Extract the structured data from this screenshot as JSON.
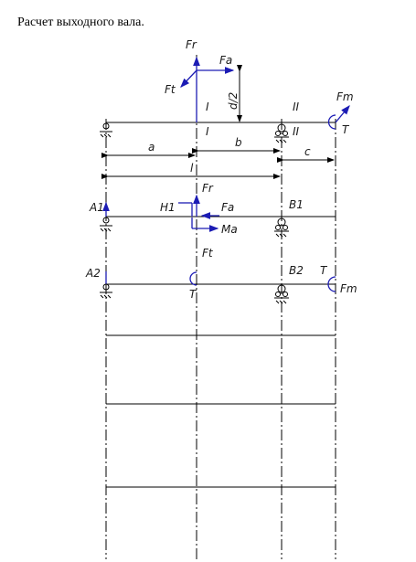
{
  "title": "Расчет выходного вала.",
  "labels": {
    "Fr_top": "Fr",
    "Fa_top": "Fa",
    "Ft_top": "Ft",
    "d2": "d/2",
    "I_1": "I",
    "I_2": "I",
    "II_1": "II",
    "II_2": "II",
    "Fm_top": "Fm",
    "T_top": "T",
    "a": "a",
    "b": "b",
    "c": "c",
    "l": "l",
    "Fr_mid": "Fr",
    "A1": "A1",
    "H1": "H1",
    "Fa_mid": "Fa",
    "B1": "B1",
    "Ma": "Ma",
    "Ft_low": "Ft",
    "A2": "A2",
    "B2": "B2",
    "T_low1": "T",
    "T_low2": "T",
    "Fm_low": "Fm"
  }
}
